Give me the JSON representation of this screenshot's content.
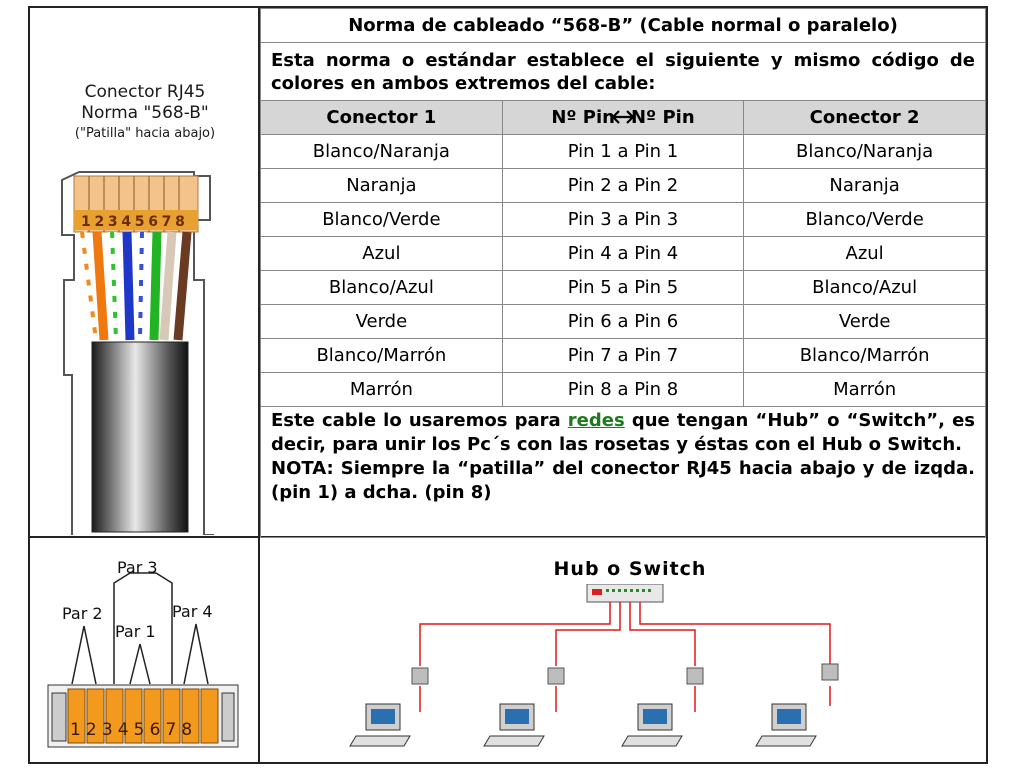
{
  "document": {
    "title": "Norma de cableado “568-B” (Cable normal o paralelo)",
    "intro": "Esta norma o estándar establece el siguiente y mismo código de colores en ambos extremos del cable:",
    "columns": [
      "Conector 1",
      "Nº Pin",
      "Nº Pin",
      "Conector 2"
    ],
    "rows": [
      {
        "c1": "Blanco/Naranja",
        "pin": "Pin 1 a Pin 1",
        "c2": "Blanco/Naranja"
      },
      {
        "c1": "Naranja",
        "pin": "Pin 2 a Pin 2",
        "c2": "Naranja"
      },
      {
        "c1": "Blanco/Verde",
        "pin": "Pin 3 a Pin 3",
        "c2": "Blanco/Verde"
      },
      {
        "c1": "Azul",
        "pin": "Pin 4 a Pin 4",
        "c2": "Azul"
      },
      {
        "c1": "Blanco/Azul",
        "pin": "Pin 5 a Pin 5",
        "c2": "Blanco/Azul"
      },
      {
        "c1": "Verde",
        "pin": "Pin 6 a Pin 6",
        "c2": "Verde"
      },
      {
        "c1": "Blanco/Marrón",
        "pin": "Pin 7 a Pin 7",
        "c2": "Blanco/Marrón"
      },
      {
        "c1": "Marrón",
        "pin": "Pin 8 a Pin 8",
        "c2": "Marrón"
      }
    ],
    "note_part1": "Este cable lo usaremos para ",
    "note_link": "redes",
    "note_part2": " que tengan “Hub” o “Switch”, es decir, para unir los Pc´s con las rosetas y éstas con el Hub o Switch.",
    "note_part3": "NOTA: Siempre la “patilla” del conector RJ45 hacia abajo y de izqda. (pin 1) a dcha. (pin 8)"
  },
  "connector": {
    "label_line1": "Conector RJ45",
    "label_line2": "Norma \"568-B\"",
    "label_line3": "(\"Patilla\" hacia abajo)",
    "pin_numbers": "12345678"
  },
  "pairs": {
    "par1": "Par 1",
    "par2": "Par 2",
    "par3": "Par 3",
    "par4": "Par 4",
    "pin_numbers": "12345678"
  },
  "network": {
    "title": "Hub o Switch"
  },
  "colors": {
    "header_bg": "#d6d6d6",
    "link": "#1d7a1d",
    "connector_orange": "#f39a1e",
    "cable_red": "#e01818"
  }
}
